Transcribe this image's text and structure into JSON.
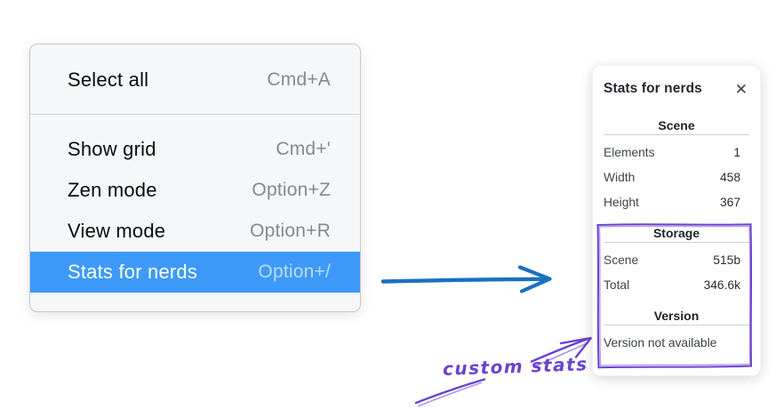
{
  "menu": {
    "items": [
      {
        "label": "Select all",
        "shortcut": "Cmd+A"
      },
      {
        "label": "Show grid",
        "shortcut": "Cmd+'"
      },
      {
        "label": "Zen mode",
        "shortcut": "Option+Z"
      },
      {
        "label": "View mode",
        "shortcut": "Option+R"
      },
      {
        "label": "Stats for nerds",
        "shortcut": "Option+/"
      }
    ],
    "selected_item": "Stats for nerds",
    "selected_bg": "#3d9af8"
  },
  "panel": {
    "title": "Stats for nerds",
    "close_glyph": "✕",
    "sections": [
      {
        "header": "Scene",
        "rows": [
          [
            "Elements",
            "1"
          ],
          [
            "Width",
            "458"
          ],
          [
            "Height",
            "367"
          ]
        ]
      },
      {
        "header": "Storage",
        "rows": [
          [
            "Scene",
            "515b"
          ],
          [
            "Total",
            "346.6k"
          ]
        ]
      },
      {
        "header": "Version",
        "note": "Version not available"
      }
    ]
  },
  "annotation": {
    "label": "custom stats"
  },
  "colors": {
    "arrow_blue": "#1b6fc0",
    "annotation_purple": "#6b42d1"
  }
}
